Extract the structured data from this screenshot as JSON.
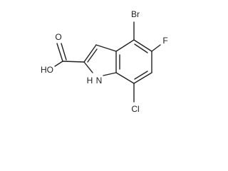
{
  "molecule": {
    "atoms": {
      "br": "Br",
      "f": "F",
      "cl": "Cl",
      "nh": "H",
      "nh_n": "N",
      "oh": "HO",
      "o": "O"
    }
  }
}
